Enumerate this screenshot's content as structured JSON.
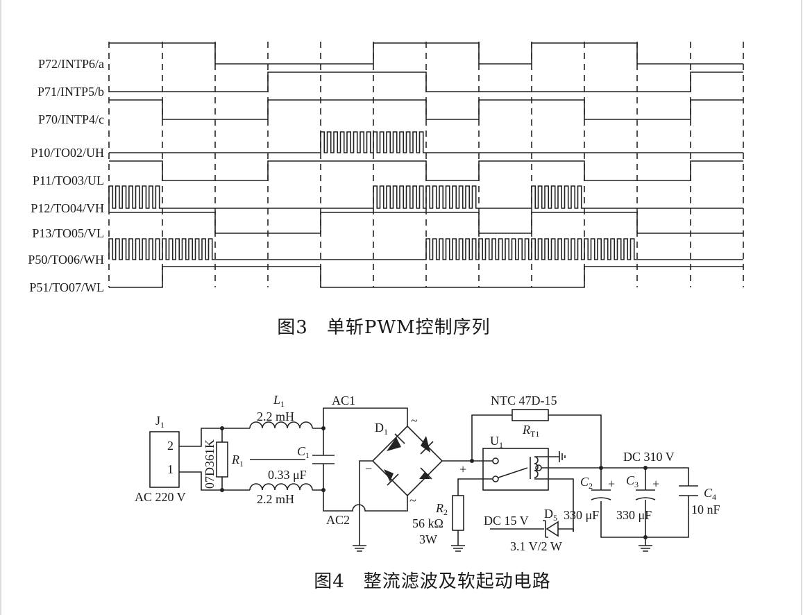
{
  "fig3": {
    "caption": "图3　单斩PWM控制序列",
    "signals": [
      {
        "name": "P72/INTP6/a",
        "levels": "hhlllhhl"
      },
      {
        "name": "P71/INTP5/b",
        "levels": "lllhhhll"
      },
      {
        "name": "P70/INTP4/c",
        "levels": "hllhhhlh"
      },
      {
        "name": "P10/TO02/UH",
        "levels": "llllppll"
      },
      {
        "name": "P11/TO03/UL",
        "levels": "hllhhhlh"
      },
      {
        "name": "P12/TO04/VH",
        "levels": "pllllppl"
      },
      {
        "name": "P13/TO05/VL",
        "levels": "hhllhhhl"
      },
      {
        "name": "P50/TO06/WH",
        "levels": "ppllllpp"
      },
      {
        "name": "P51/TO07/WL",
        "levels": "lhhhllll"
      }
    ]
  },
  "fig4": {
    "caption": "图4　整流滤波及软起动电路",
    "j1": {
      "name": "J",
      "sub": "1",
      "pin2": "2",
      "pin1": "1",
      "label": "AC 220 V"
    },
    "varistor": "07D361K",
    "r1": {
      "name": "R",
      "sub": "1"
    },
    "l1": {
      "name": "L",
      "sub": "1",
      "value": "2.2 mH"
    },
    "l2_value": "2.2 mH",
    "c1": {
      "name": "C",
      "sub": "1",
      "value": "0.33 μF"
    },
    "ac1": "AC1",
    "ac2": "AC2",
    "d1": {
      "name": "D",
      "sub": "1"
    },
    "tilde": "~",
    "plus": "+",
    "minus": "−",
    "ntc": "NTC 47D-15",
    "rt1": {
      "name": "R",
      "sub": "T1"
    },
    "u1": {
      "name": "U",
      "sub": "1"
    },
    "dc310": "DC 310 V",
    "c2": {
      "name": "C",
      "sub": "2",
      "value": "330 μF"
    },
    "c3": {
      "name": "C",
      "sub": "3",
      "value": "330 μF"
    },
    "c4": {
      "name": "C",
      "sub": "4",
      "value": "10 nF"
    },
    "r2": {
      "name": "R",
      "sub": "2",
      "value": "56 kΩ",
      "power": "3W"
    },
    "dc15": "DC 15 V",
    "d5": {
      "name": "D",
      "sub": "5",
      "value": "3.1 V/2 W"
    }
  }
}
